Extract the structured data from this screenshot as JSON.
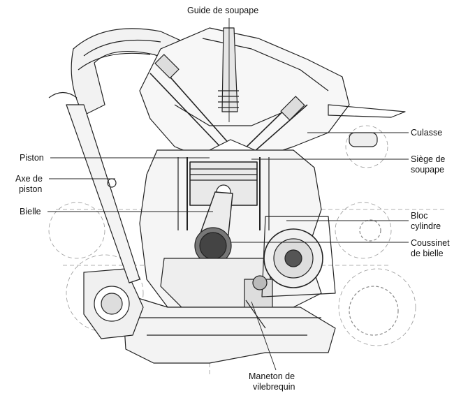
{
  "labels": {
    "guide_de_soupape": "Guide de soupape",
    "culasse": "Culasse",
    "piston": "Piston",
    "siege_de_soupape_1": "Siège de",
    "siege_de_soupape_2": "soupape",
    "axe_de_piston_1": "Axe de",
    "axe_de_piston_2": "piston",
    "bielle": "Bielle",
    "bloc_cylindre_1": "Bloc",
    "bloc_cylindre_2": "cylindre",
    "coussinet_1": "Coussinet",
    "coussinet_2": "de bielle",
    "maneton_1": "Maneton de",
    "maneton_2": "vilebrequin"
  }
}
